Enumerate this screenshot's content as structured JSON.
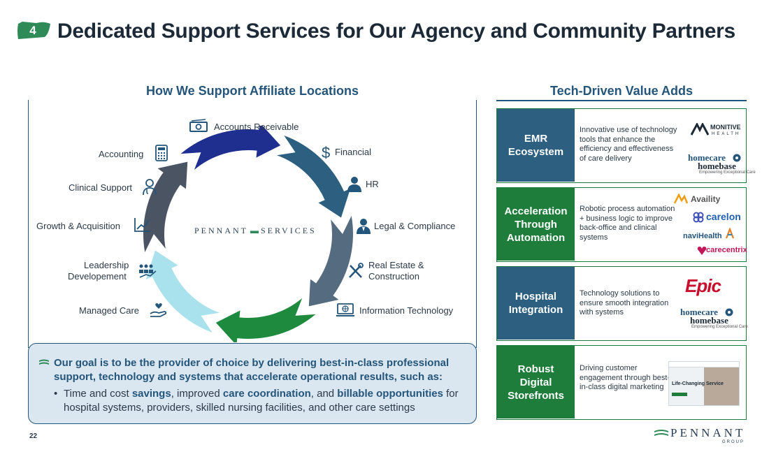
{
  "header": {
    "badge": "4",
    "title": "Dedicated Support Services for Our Agency and Community Partners"
  },
  "left": {
    "title": "How We Support Affiliate Locations",
    "center_logo": {
      "left": "PENNANT",
      "right": "SERVICES"
    },
    "services": {
      "accounts_receivable": "Accounts Receivable",
      "financial": "Financial",
      "accounting": "Accounting",
      "hr": "HR",
      "clinical_support": "Clinical Support",
      "legal": "Legal & Compliance",
      "growth": "Growth & Acquisition",
      "leadership_1": "Leadership",
      "leadership_2": "Developement",
      "real_estate_1": "Real Estate &",
      "real_estate_2": "Construction",
      "managed_care": "Managed Care",
      "it": "Information Technology"
    },
    "colors": {
      "ring": [
        "#1e2f8f",
        "#2d6080",
        "#556b80",
        "#1e8a3e",
        "#a9e2ec",
        "#4a5463"
      ]
    }
  },
  "goal": {
    "lead": "Our goal is to be the provider of choice by delivering best-in-class professional support, technology and systems that accelerate operational results, such as:",
    "bullet_parts": {
      "p1": "Time and cost ",
      "h1": "savings",
      "p2": ", improved ",
      "h2": "care coordination",
      "p3": ", and ",
      "h3": "billable opportunities",
      "p4": " for hospital systems, providers, skilled nursing facilities, and other care settings"
    }
  },
  "right": {
    "title": "Tech-Driven Value Adds",
    "cards": [
      {
        "title_lines": [
          "EMR",
          "Ecosystem"
        ],
        "desc": "Innovative use of technology tools that enhance the efficiency and effectiveness of care delivery",
        "logos": {
          "monitive_1": "MONITIVE",
          "monitive_2": "HEALTH",
          "homecare_1": "homecare",
          "homecare_2": "homebase",
          "homecare_tag": "Empowering Exceptional Care"
        }
      },
      {
        "title_lines": [
          "Acceleration",
          "Through",
          "Automation"
        ],
        "desc": "Robotic process automation + business logic to improve back-office and clinical systems",
        "logos": {
          "availity": "Availity",
          "carelon": "carelon",
          "navihealth": "naviHealth",
          "carecentrix": "carecentrix"
        }
      },
      {
        "title_lines": [
          "Hospital",
          "Integration"
        ],
        "desc": "Technology solutions to ensure smooth integration with systems",
        "logos": {
          "epic": "Epic",
          "homecare_1": "homecare",
          "homecare_2": "homebase",
          "homecare_tag": "Empowering Exceptional Care"
        }
      },
      {
        "title_lines": [
          "Robust",
          "Digital",
          "Storefronts"
        ],
        "desc": "Driving customer engagement through best-in-class digital marketing",
        "logos": {
          "screenshot_headline": "Life-Changing Service"
        }
      }
    ]
  },
  "footer": {
    "page": "22",
    "logo_word": "PENNANT",
    "logo_sub": "GROUP"
  }
}
